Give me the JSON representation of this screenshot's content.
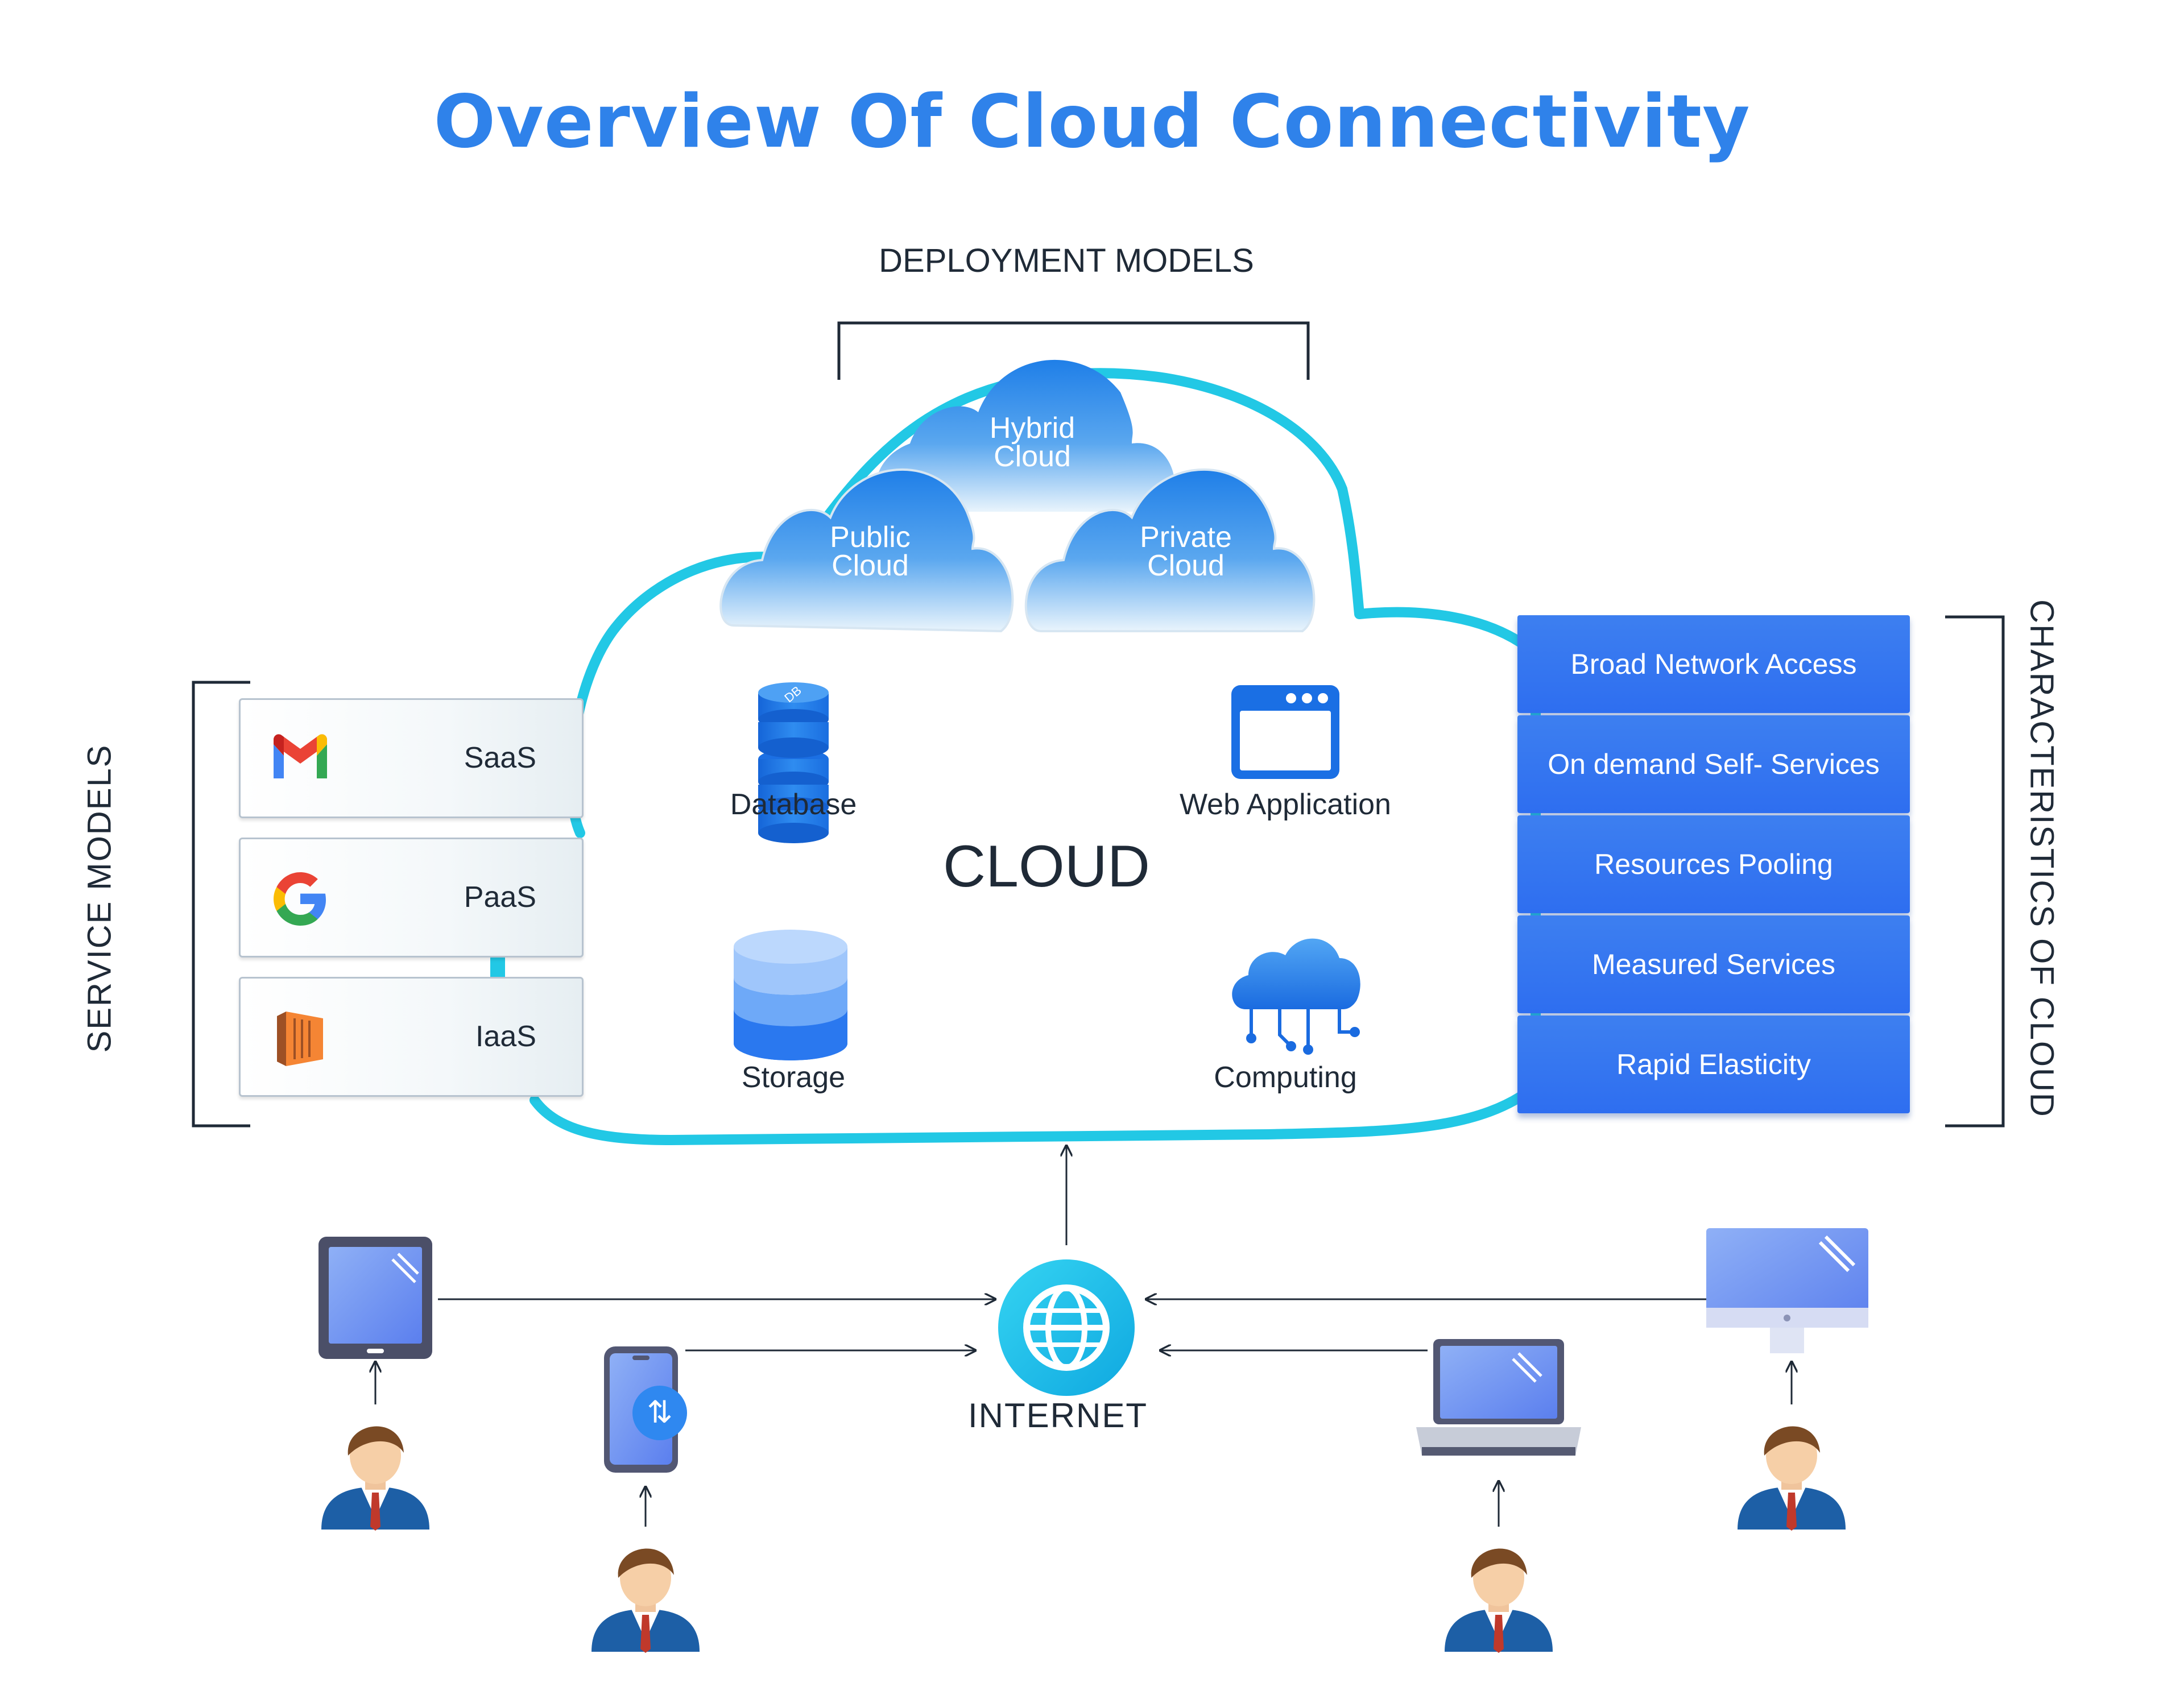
{
  "title": "Overview Of Cloud Connectivity",
  "deployment": {
    "label": "DEPLOYMENT MODELS",
    "hybrid": [
      "Hybrid",
      "Cloud"
    ],
    "public": [
      "Public",
      "Cloud"
    ],
    "private": [
      "Private",
      "Cloud"
    ]
  },
  "cloud": {
    "center_label": "CLOUD",
    "database": "Database",
    "web_application": "Web Application",
    "storage": "Storage",
    "computing": "Computing",
    "db_badge": "DB"
  },
  "service_models": {
    "label": "SERVICE MODELS",
    "items": [
      {
        "label": "SaaS",
        "icon": "gmail-icon"
      },
      {
        "label": "PaaS",
        "icon": "google-icon"
      },
      {
        "label": "IaaS",
        "icon": "aws-icon"
      }
    ]
  },
  "characteristics": {
    "label": "CHARACTERISTICS OF CLOUD",
    "items": [
      "Broad Network Access",
      "On demand Self- Services",
      "Resources Pooling",
      "Measured Services",
      "Rapid Elasticity"
    ]
  },
  "internet": {
    "label": "INTERNET"
  },
  "colors": {
    "title": "#2f82ea",
    "cloud_outline": "#22c8e5",
    "characteristic_box": "#2e6ef0",
    "device_blue": "#6a8df0"
  }
}
